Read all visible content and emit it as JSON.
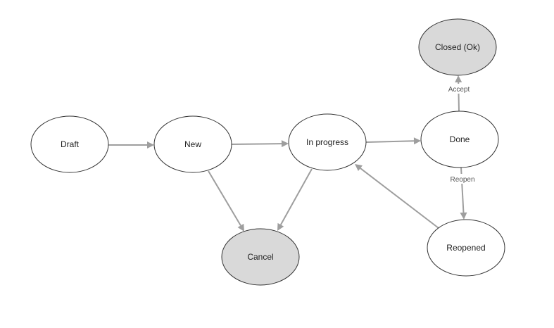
{
  "diagram": {
    "type": "state-diagram",
    "colors": {
      "node_fill": "#ffffff",
      "terminal_fill": "#d9d9d9",
      "node_stroke": "#333333",
      "edge": "#9e9e9e"
    },
    "nodes": [
      {
        "id": "draft",
        "label": "Draft",
        "terminal": false
      },
      {
        "id": "new",
        "label": "New",
        "terminal": false
      },
      {
        "id": "in_progress",
        "label": "In progress",
        "terminal": false
      },
      {
        "id": "done",
        "label": "Done",
        "terminal": false
      },
      {
        "id": "closed_ok",
        "label": "Closed (Ok)",
        "terminal": true
      },
      {
        "id": "cancel",
        "label": "Cancel",
        "terminal": true
      },
      {
        "id": "reopened",
        "label": "Reopened",
        "terminal": false
      }
    ],
    "edges": [
      {
        "from": "draft",
        "to": "new",
        "label": ""
      },
      {
        "from": "new",
        "to": "in_progress",
        "label": ""
      },
      {
        "from": "in_progress",
        "to": "done",
        "label": ""
      },
      {
        "from": "done",
        "to": "closed_ok",
        "label": "Accept"
      },
      {
        "from": "done",
        "to": "reopened",
        "label": "Reopen"
      },
      {
        "from": "reopened",
        "to": "in_progress",
        "label": ""
      },
      {
        "from": "new",
        "to": "cancel",
        "label": ""
      },
      {
        "from": "in_progress",
        "to": "cancel",
        "label": ""
      }
    ]
  }
}
